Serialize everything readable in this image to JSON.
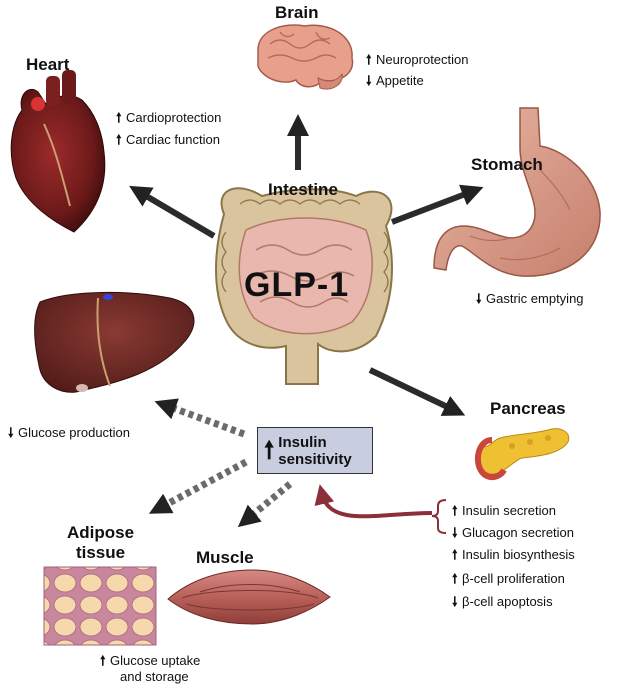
{
  "center": {
    "organ": "Intestine",
    "hormone": "GLP-1"
  },
  "brain": {
    "label": "Brain",
    "effects": [
      {
        "dir": "up",
        "text": "Neuroprotection"
      },
      {
        "dir": "down",
        "text": "Appetite"
      }
    ]
  },
  "heart": {
    "label": "Heart",
    "effects": [
      {
        "dir": "up",
        "text": "Cardioprotection"
      },
      {
        "dir": "up",
        "text": "Cardiac function"
      }
    ]
  },
  "stomach": {
    "label": "Stomach",
    "effects": [
      {
        "dir": "down",
        "text": "Gastric emptying"
      }
    ]
  },
  "liver": {
    "effects": [
      {
        "dir": "down",
        "text": "Glucose production"
      }
    ]
  },
  "pancreas": {
    "label": "Pancreas",
    "effects": [
      {
        "dir": "up",
        "text": "Insulin secretion"
      },
      {
        "dir": "down",
        "text": "Glucagon secretion"
      },
      {
        "dir": "up",
        "text": "Insulin biosynthesis"
      },
      {
        "dir": "up",
        "text": "β-cell proliferation"
      },
      {
        "dir": "down",
        "text": "β-cell apoptosis"
      }
    ]
  },
  "insulin_sensitivity": {
    "line1": "Insulin",
    "line2": "sensitivity"
  },
  "adipose": {
    "label_line1": "Adipose",
    "label_line2": "tissue",
    "effect_line1": "Glucose uptake",
    "effect_line2": "and storage"
  },
  "muscle": {
    "label": "Muscle"
  },
  "arrows": {
    "up": "🠕",
    "down": "🠗"
  },
  "colors": {
    "arrow_solid": "#2b2b2b",
    "arrow_dashed": "#6b6b6b",
    "pancreas_arrow": "#8b2f3a",
    "box_fill": "#c8cee0"
  }
}
